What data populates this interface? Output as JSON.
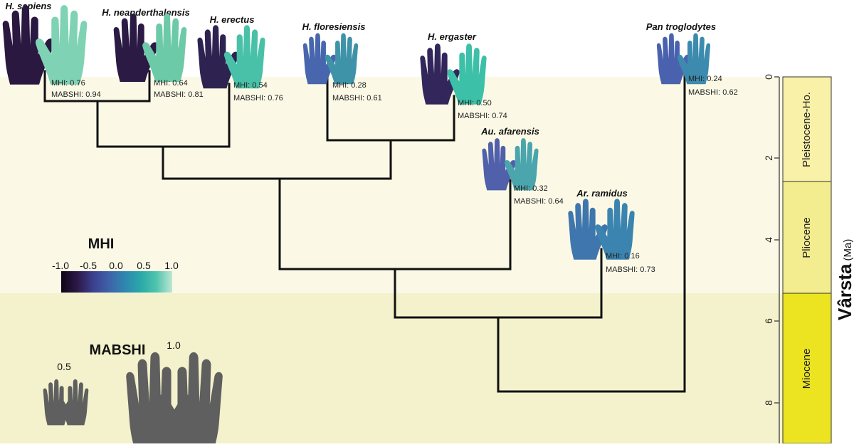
{
  "colors": {
    "band_upper": "#fbf9e6",
    "band_lower": "#f3f2cc",
    "tree_line": "#111111",
    "scale_pleistocene": "#faf1a8",
    "scale_pliocene": "#f3ed8f",
    "scale_miocene": "#ece420",
    "mabshi_hand": "#5f5f5f",
    "colorbar_stops": [
      "#0d0616",
      "#2c1845",
      "#3c3f8d",
      "#3f62a8",
      "#2f86b0",
      "#2aa8a9",
      "#4fc4ad",
      "#bfe6d4"
    ]
  },
  "taxa": [
    {
      "id": "h-sapiens",
      "name": "H. sapiens",
      "mhi_label": "MHI: 0.76",
      "mabshi_label": "MABSHI: 0.94",
      "left_color": "#2a1840",
      "right_color": "#7fd3b4",
      "hand_scale": 0.94
    },
    {
      "id": "h-neanderthalensis",
      "name": "H. neanderthalensis",
      "mhi_label": "MHI: 0.64",
      "mabshi_label": "MABSHI: 0.81",
      "left_color": "#2b1a44",
      "right_color": "#6dcaa9",
      "hand_scale": 0.81
    },
    {
      "id": "h-erectus",
      "name": "H. erectus",
      "mhi_label": "MHI: 0.54",
      "mabshi_label": "MABSHI: 0.76",
      "left_color": "#2e2350",
      "right_color": "#49c1a8",
      "hand_scale": 0.76
    },
    {
      "id": "h-floresiensis",
      "name": "H. floresiensis",
      "mhi_label": "MHI: 0.28",
      "mabshi_label": "MABSHI: 0.61",
      "left_color": "#4866ad",
      "right_color": "#3f93a8",
      "hand_scale": 0.61
    },
    {
      "id": "h-ergaster",
      "name": "H. ergaster",
      "mhi_label": "MHI: 0.50",
      "mabshi_label": "MABSHI: 0.74",
      "left_color": "#33265a",
      "right_color": "#3cc0a8",
      "hand_scale": 0.74
    },
    {
      "id": "au-afarensis",
      "name": "Au. afarensis",
      "mhi_label": "MHI: 0.32",
      "mabshi_label": "MABSHI: 0.64",
      "left_color": "#5060aa",
      "right_color": "#4aa5ad",
      "hand_scale": 0.64
    },
    {
      "id": "ar-ramidus",
      "name": "Ar. ramidus",
      "mhi_label": "MHI: 0.16",
      "mabshi_label": "MABSHI: 0.73",
      "left_color": "#3f76ad",
      "right_color": "#3b84b0",
      "hand_scale": 0.73
    },
    {
      "id": "pan-troglodytes",
      "name": "Pan troglodytes",
      "mhi_label": "MHI: 0.24",
      "mabshi_label": "MABSHI: 0.62",
      "left_color": "#4a62ae",
      "right_color": "#3c8aae",
      "hand_scale": 0.62
    }
  ],
  "legend": {
    "mhi_title": "MHI",
    "mhi_ticks": [
      "-1.0",
      "-0.5",
      "0.0",
      "0.5",
      "1.0"
    ],
    "mabshi_title": "MABSHI",
    "mabshi_small": "0.5",
    "mabshi_large": "1.0"
  },
  "time_axis": {
    "title": "Vârsta",
    "unit": "(Ma)",
    "ticks": [
      "0",
      "2",
      "4",
      "6",
      "8"
    ],
    "epochs": [
      "Pleistocene-Ho.",
      "Pliocene",
      "Miocene"
    ]
  }
}
